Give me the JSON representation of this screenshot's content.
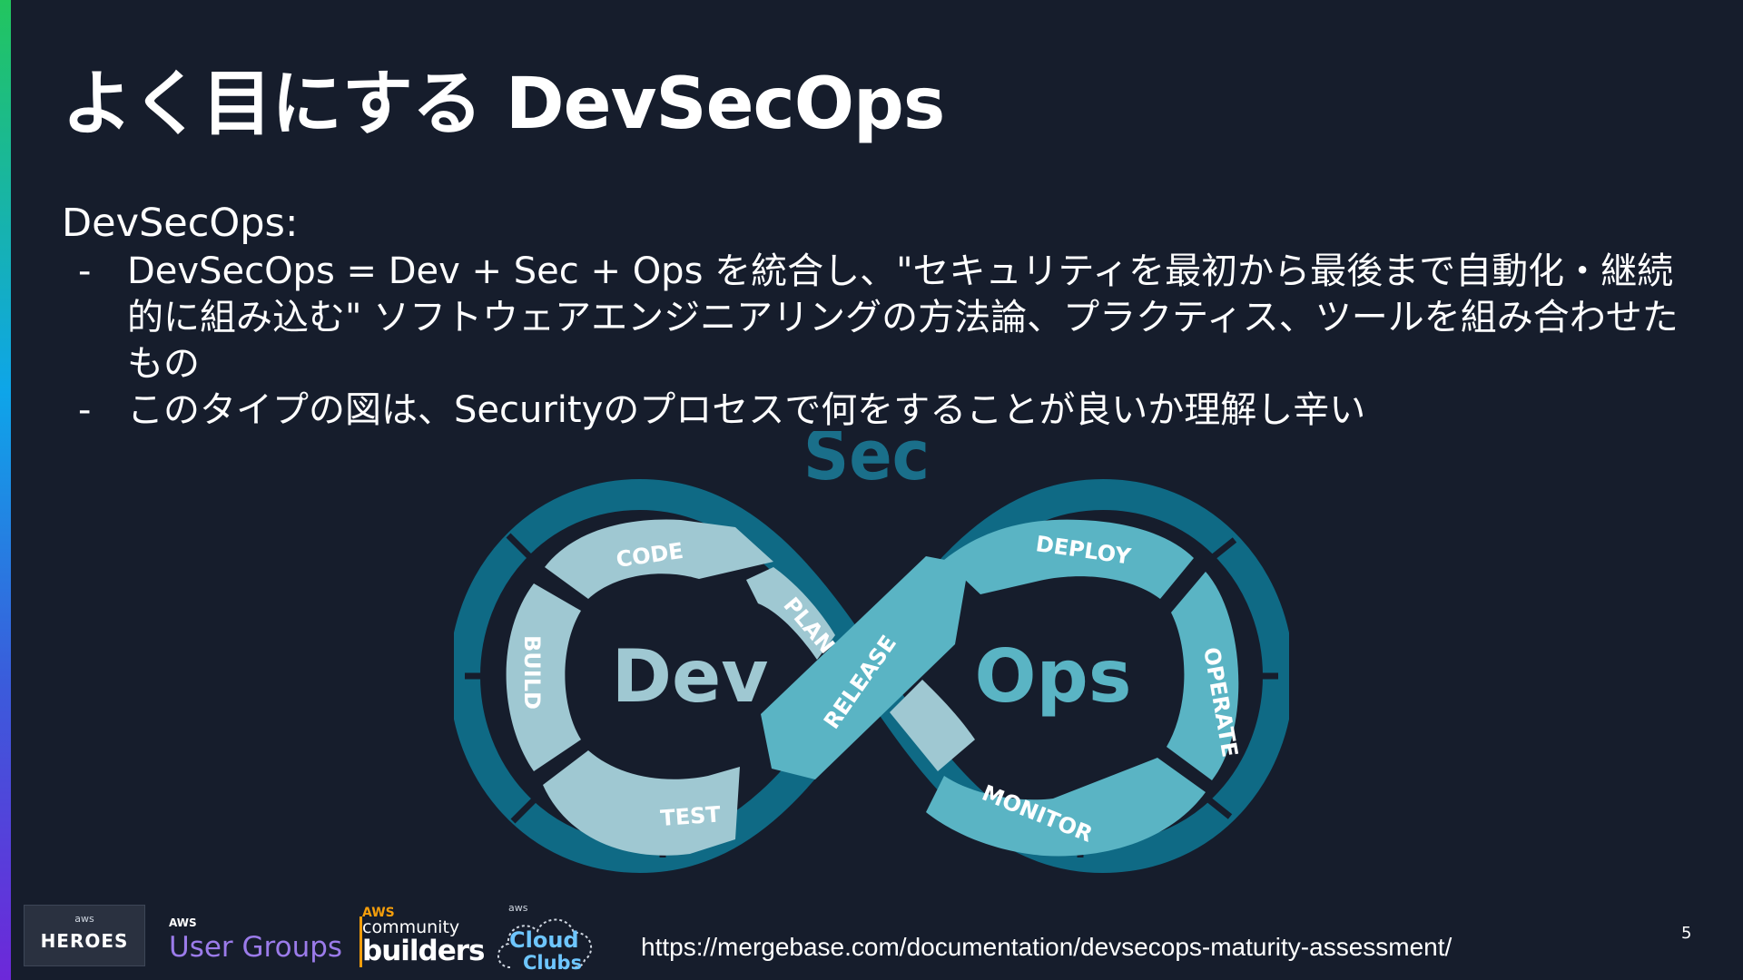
{
  "slide": {
    "title": "よく目にする DevSecOps",
    "lead": "DevSecOps:",
    "bullets": [
      "DevSecOps = Dev + Sec + Ops を統合し、\"セキュリティを最初から最後まで自動化・継続的に組み込む\" ソフトウェアエンジニアリングの方法論、プラクティス、ツールを組み合わせたもの",
      "このタイプの図は、Securityのプロセスで何をすることが良いか理解し辛い"
    ],
    "bullet_marker": "-",
    "page_number": "5",
    "source_url": "https://mergebase.com/documentation/devsecops-maturity-assessment/"
  },
  "diagram": {
    "sec_label": "Sec",
    "dev_label": "Dev",
    "ops_label": "Ops",
    "stages": {
      "code": "CODE",
      "plan": "PLAN",
      "build": "BUILD",
      "test": "TEST",
      "release": "RELEASE",
      "deploy": "DEPLOY",
      "operate": "OPERATE",
      "monitor": "MONITOR"
    },
    "colors": {
      "background": "#161d2c",
      "outer_ring": "#0f6a85",
      "dev_segments": "#9fc8d2",
      "ops_segments": "#5ab4c4",
      "sec_text": "#1a6f8a",
      "dev_text": "#9fc8d2",
      "ops_text": "#5ab4c4"
    }
  },
  "footer_logos": {
    "heroes": {
      "aws": "aws",
      "label": "HEROES"
    },
    "user_groups": {
      "aws": "AWS",
      "label": "User Groups"
    },
    "community_builders": {
      "aws": "AWS",
      "line1": "community",
      "line2": "builders"
    },
    "cloud_clubs": {
      "aws": "aws",
      "line1": "Cloud",
      "line2": "Clubs"
    }
  }
}
